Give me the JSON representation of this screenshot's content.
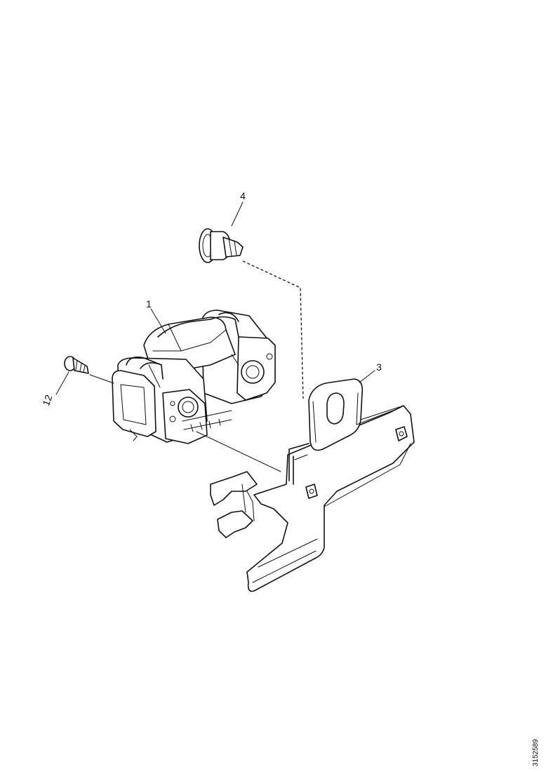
{
  "callouts": {
    "solenoid": "1",
    "bracket": "3",
    "bolt": "4",
    "screw": "12"
  },
  "reference_code": "3152589"
}
